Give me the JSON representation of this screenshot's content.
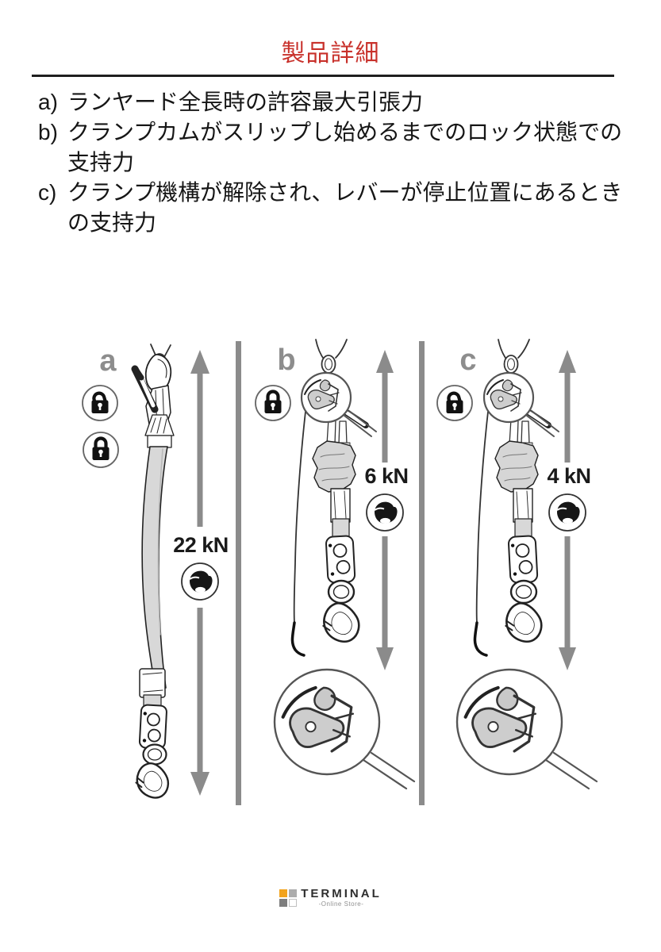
{
  "header": {
    "title": "製品詳細"
  },
  "notes": [
    {
      "marker": "a)",
      "lines": [
        "ランヤード全長時の許容最大引張力",
        ""
      ]
    },
    {
      "marker": "b)",
      "lines": [
        "クランプカムがスリップし始めるまでのロック状態での",
        "支持力"
      ]
    },
    {
      "marker": "c)",
      "lines": [
        "クランプ機構が解除され、レバーが停止位置にあるとき",
        "の支持力"
      ]
    }
  ],
  "diagram": {
    "panels": [
      {
        "id": "a",
        "label": "a",
        "force": "22 kN",
        "lock_states": [
          "unlocked",
          "locked"
        ]
      },
      {
        "id": "b",
        "label": "b",
        "force": "6 kN",
        "lock_states": [
          "locked"
        ]
      },
      {
        "id": "c",
        "label": "c",
        "force": "4 kN",
        "lock_states": [
          "unlocked"
        ]
      }
    ],
    "icons": [
      "unlocked-padlock-icon",
      "locked-padlock-icon",
      "muscle-strength-icon",
      "magnifier-detail-circle",
      "double-arrow"
    ],
    "colors": {
      "arrow_gray": "#8b8b8b",
      "divider_gray": "#8b8b8b",
      "label_gray": "#8d8d8d",
      "outline_black": "#222222",
      "webbing_gray": "#d8d8d8",
      "title_red": "#c8312b"
    }
  },
  "footer": {
    "brand": "TERMINAL",
    "brand_sub": "-Online Store-"
  }
}
